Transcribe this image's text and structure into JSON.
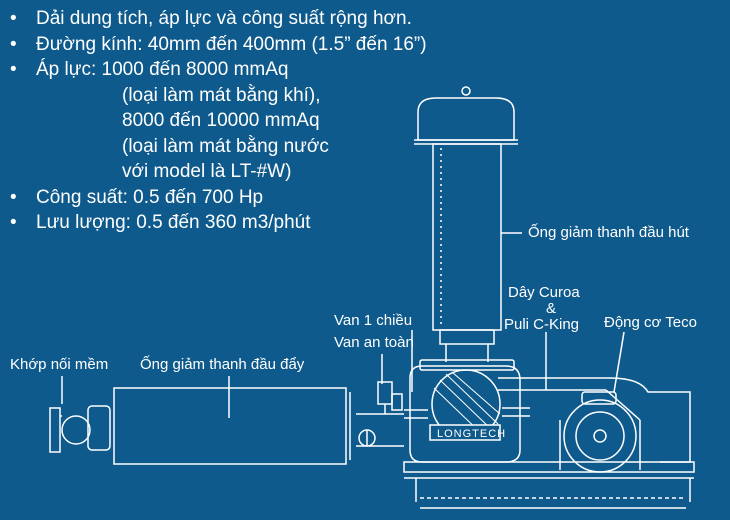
{
  "specs": [
    "Dải dung tích, áp lực và công suất rộng hơn.",
    "Đường kính: 40mm đến 400mm (1.5” đến 16”)",
    "Áp lực: 1000 đến 8000 mmAq",
    "(loại làm mát bằng khí),",
    "8000 đến 10000 mmAq",
    "(loại làm mát bằng nước",
    "với model là LT-#W)",
    "Công suất: 0.5 đến 700 Hp",
    "Lưu lượng: 0.5 đến 360 m3/phút"
  ],
  "labels": {
    "suction_silencer": "Ống giảm thanh đầu hút",
    "belt_line1": "Dây Curoa",
    "belt_amp": "&",
    "belt_line2": "Puli C-King",
    "motor": "Động cơ Teco",
    "check_valve": "Van 1 chiều",
    "safety_valve": "Van an toàn",
    "flex_joint": "Khớp nối mềm",
    "discharge_silencer": "Ống giảm thanh đầu đẩy",
    "brand": "LONGTECH"
  },
  "colors": {
    "background": "#0f5a8c",
    "line": "#ffffff"
  }
}
